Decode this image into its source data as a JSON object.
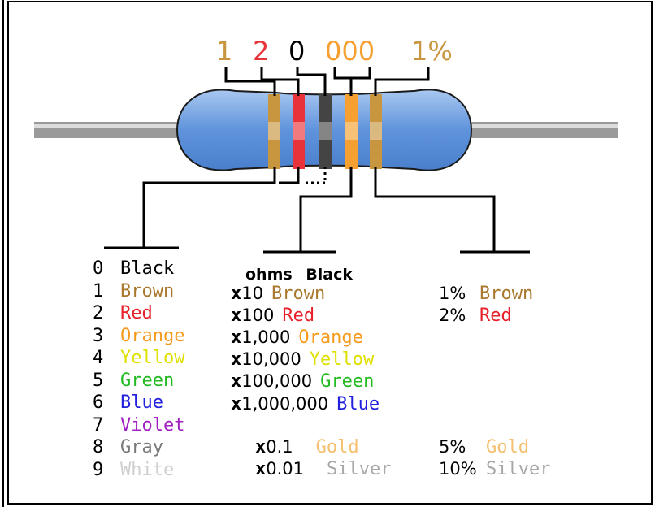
{
  "code": [
    {
      "text": "1",
      "color": "#c8963e"
    },
    {
      "text": "2",
      "color": "#e8333a"
    },
    {
      "text": "0",
      "color": "#000000"
    },
    {
      "text": "000",
      "color": "#f5a030"
    },
    {
      "text": "1%",
      "color": "#c8963e"
    }
  ],
  "bands": [
    {
      "color": "#c8963e"
    },
    {
      "color": "#e8333a"
    },
    {
      "color": "#444444"
    },
    {
      "color": "#f5a030"
    },
    {
      "color": "#c8963e"
    }
  ],
  "digits": [
    {
      "num": "0",
      "name": "Black",
      "color": "#000000"
    },
    {
      "num": "1",
      "name": "Brown",
      "color": "#a9782c"
    },
    {
      "num": "2",
      "name": "Red",
      "color": "#e8202a"
    },
    {
      "num": "3",
      "name": "Orange",
      "color": "#f59a1e"
    },
    {
      "num": "4",
      "name": "Yellow",
      "color": "#e0e000"
    },
    {
      "num": "5",
      "name": "Green",
      "color": "#22bb22"
    },
    {
      "num": "6",
      "name": "Blue",
      "color": "#2222dd"
    },
    {
      "num": "7",
      "name": "Violet",
      "color": "#a020c0"
    },
    {
      "num": "8",
      "name": "Gray",
      "color": "#7a7a7a"
    },
    {
      "num": "9",
      "name": "White",
      "color": "#cfcfcf"
    }
  ],
  "multiplier_header": {
    "ohms": "ohms",
    "name": "Black"
  },
  "multipliers": [
    {
      "x": "x",
      "value": "10",
      "name": "Brown",
      "color": "#a9782c"
    },
    {
      "x": "x",
      "value": "100",
      "name": "Red",
      "color": "#e8202a"
    },
    {
      "x": "x",
      "value": "1,000",
      "name": "Orange",
      "color": "#f59a1e"
    },
    {
      "x": "x",
      "value": "10,000",
      "name": "Yellow",
      "color": "#e0e000"
    },
    {
      "x": "x",
      "value": "100,000",
      "name": "Green",
      "color": "#22bb22"
    },
    {
      "x": "x",
      "value": "1,000,000",
      "name": "Blue",
      "color": "#2222dd"
    },
    {
      "x": "x",
      "value": "0.1",
      "name": "Gold",
      "color": "#f5c070"
    },
    {
      "x": "x",
      "value": "0.01",
      "name": "Silver",
      "color": "#a8a8a8"
    }
  ],
  "tolerances": [
    {
      "value": "1%",
      "name": "Brown",
      "color": "#a9782c"
    },
    {
      "value": "2%",
      "name": "Red",
      "color": "#e8202a"
    },
    {
      "value": "5%",
      "name": "Gold",
      "color": "#f5c070"
    },
    {
      "value": "10%",
      "name": "Silver",
      "color": "#a8a8a8"
    }
  ]
}
